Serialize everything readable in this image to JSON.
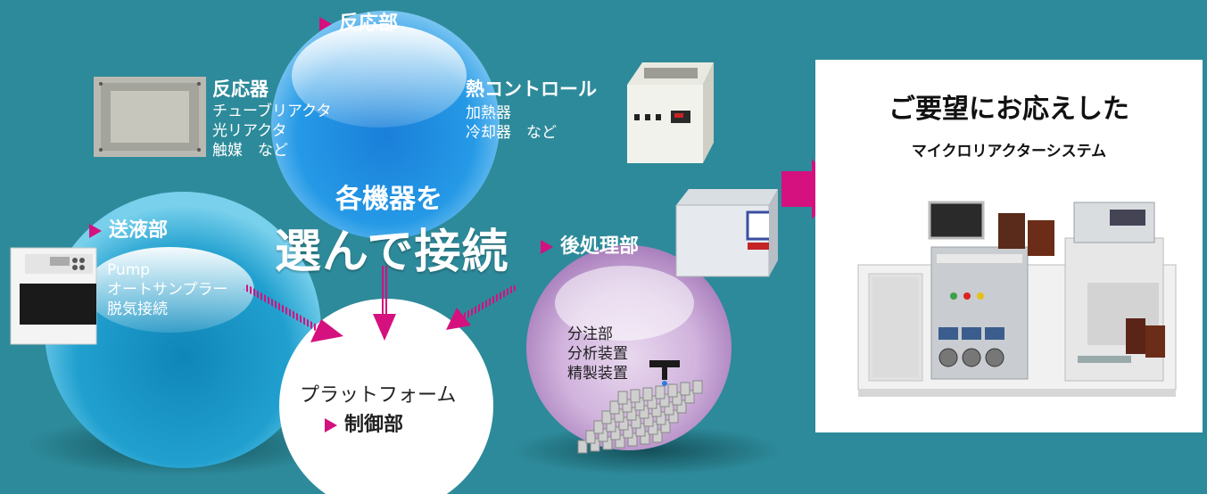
{
  "reaction_section": {
    "heading": "反応部"
  },
  "reactor": {
    "title": "反応器",
    "items": [
      "チューブリアクタ",
      "光リアクタ",
      "触媒　など"
    ]
  },
  "heat_control": {
    "title": "熱コントロール",
    "items": [
      "加熱器",
      "冷却器　など"
    ]
  },
  "feed_section": {
    "heading": "送液部",
    "items": [
      "Pump",
      "オートサンプラー",
      "脱気接続"
    ]
  },
  "post_section": {
    "heading": "後処理部",
    "items": [
      "分注部",
      "分析装置",
      "精製装置"
    ]
  },
  "center_message": {
    "line1": "各機器を",
    "line2": "選んで接続"
  },
  "platform": {
    "title": "プラットフォーム",
    "sub": "制御部"
  },
  "promo": {
    "title": "ご要望にお応えした",
    "subtitle": "マイクロリアクターシステム"
  },
  "colors": {
    "background": "#2d8a9a",
    "accent": "#d4117e",
    "sphere_blue": "#1f86d9",
    "sphere_purple": "#c9a6d6"
  }
}
